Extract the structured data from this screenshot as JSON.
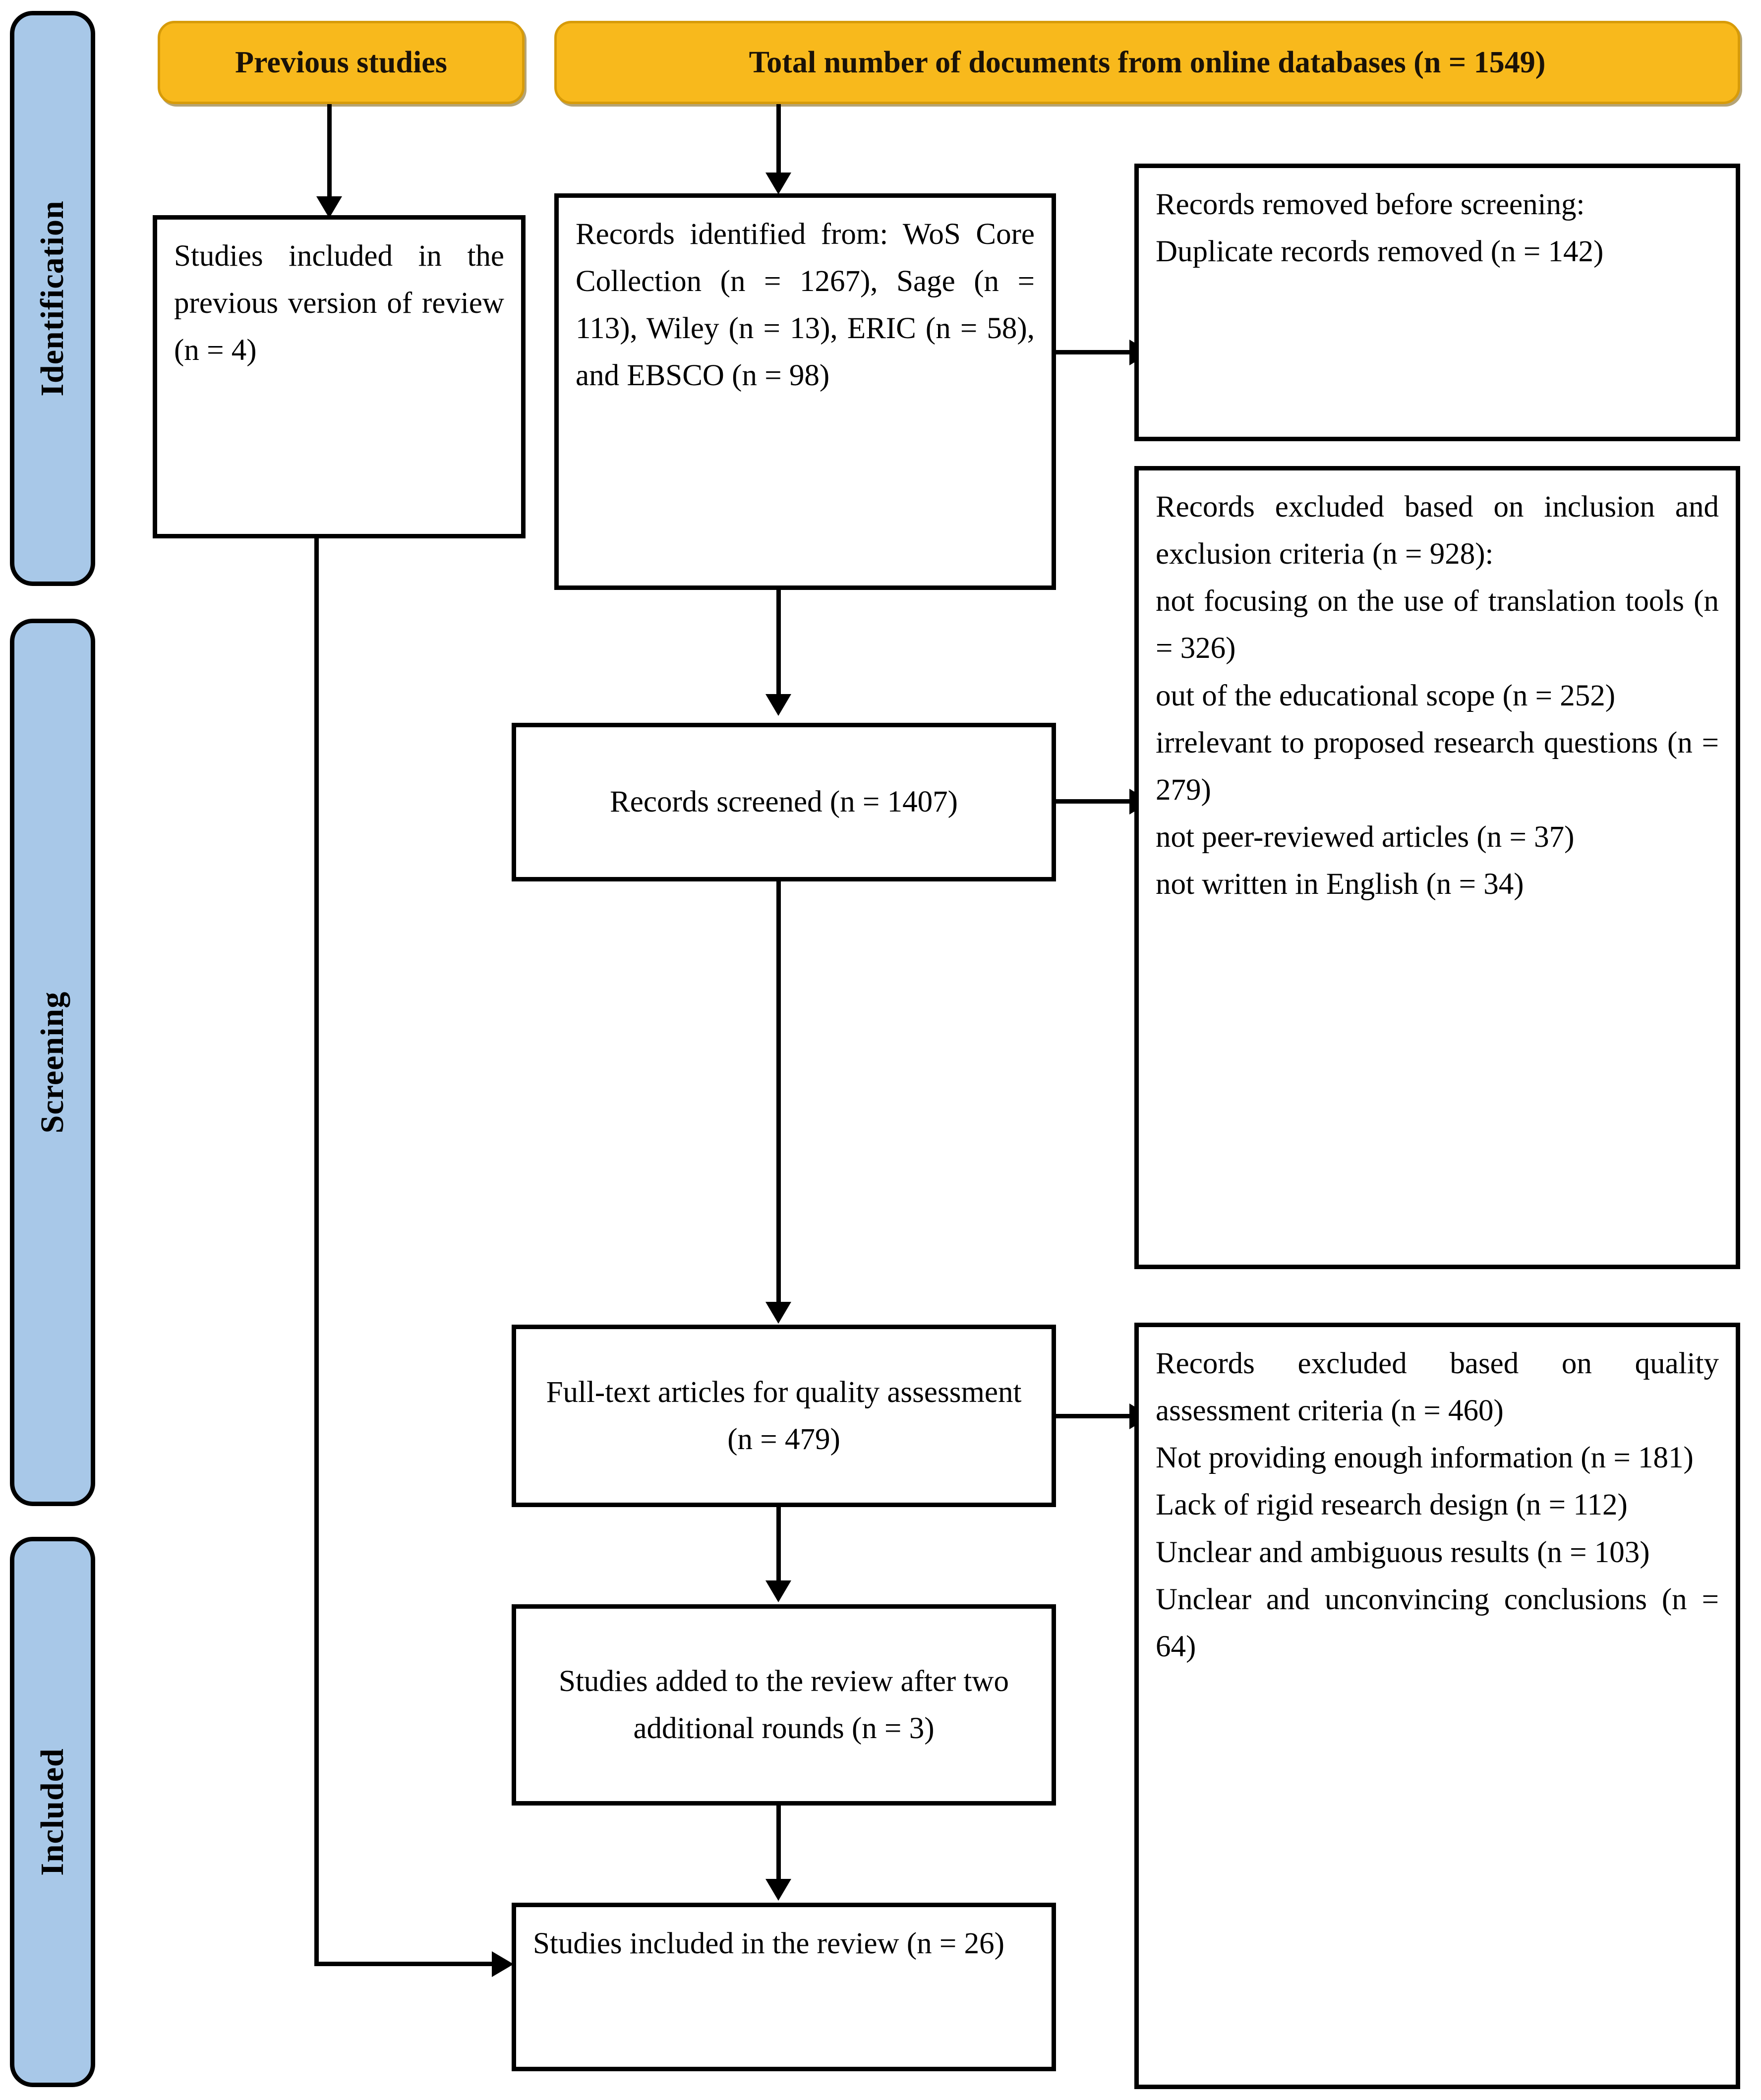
{
  "diagram": {
    "type": "prisma-flow-diagram",
    "colors": {
      "header_fill": "#f8b91c",
      "header_border": "#d79b09",
      "phase_fill": "#a8c8e8",
      "line": "#000000",
      "box_fill": "#ffffff"
    }
  },
  "phases": [
    {
      "label": "Identification"
    },
    {
      "label": "Screening"
    },
    {
      "label": "Included"
    }
  ],
  "headers": {
    "previous_studies": "Previous studies",
    "total_documents": "Total number of documents from online databases (n = 1549)"
  },
  "boxes": {
    "previous_version": "Studies included in the previous version of review (n = 4)",
    "records_identified": "Records identified from: WoS Core Collection (n = 1267), Sage (n = 113), Wiley (n = 13), ERIC (n = 58), and EBSCO (n = 98)",
    "records_removed": "Records removed before screening:\nDuplicate records removed (n = 142)",
    "records_screened": "Records screened (n = 1407)",
    "records_excluded_criteria": "Records excluded based on inclusion and exclusion criteria (n = 928):\nnot focusing on the use of translation tools (n = 326)\nout of the educational scope (n = 252)\nirrelevant to proposed research questions (n = 279)\nnot peer-reviewed articles (n = 37)\nnot written in English (n = 34)",
    "full_text_articles": "Full-text articles for quality assessment (n = 479)",
    "records_excluded_quality": "Records excluded based on quality assessment criteria (n = 460)\nNot providing enough information (n = 181)\nLack of rigid research design (n = 112)\nUnclear and ambiguous results (n = 103)\nUnclear and unconvincing conclusions (n = 64)",
    "studies_added": "Studies added to the review after two additional rounds (n = 3)",
    "studies_included": "Studies included in the review (n = 26)"
  },
  "counts": {
    "total_documents": 1549,
    "previous_version": 4,
    "wos_core_collection": 1267,
    "sage": 113,
    "wiley": 13,
    "eric": 58,
    "ebsco": 98,
    "duplicates_removed": 142,
    "records_screened": 1407,
    "excluded_criteria_total": 928,
    "not_focusing_translation_tools": 326,
    "out_of_educational_scope": 252,
    "irrelevant_to_questions": 279,
    "not_peer_reviewed": 37,
    "not_english": 34,
    "full_text_assessed": 479,
    "excluded_quality_total": 460,
    "not_enough_information": 181,
    "lack_rigid_design": 112,
    "unclear_results": 103,
    "unclear_conclusions": 64,
    "studies_added": 3,
    "studies_included": 26
  }
}
